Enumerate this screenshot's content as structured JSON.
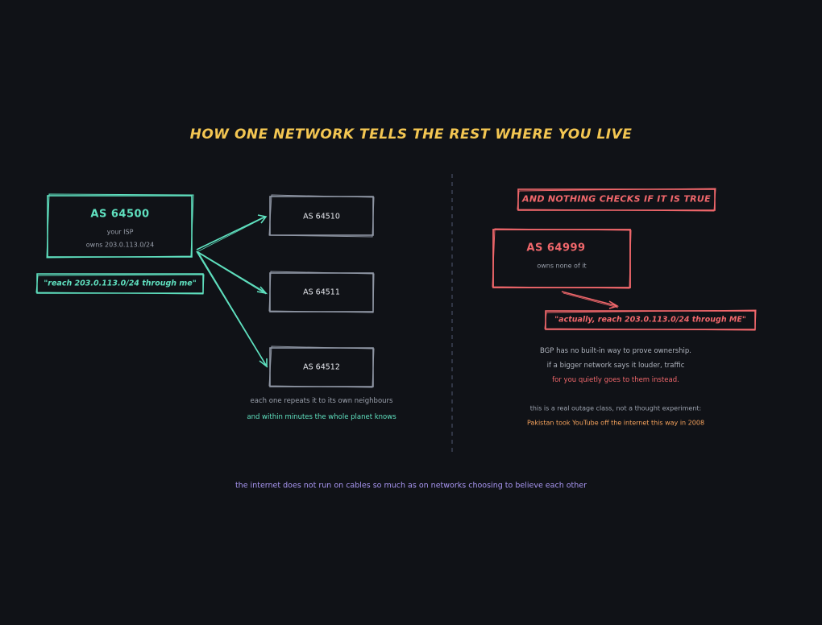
{
  "title": "HOW ONE NETWORK TELLS THE REST WHERE YOU LIVE",
  "origin": {
    "name": "AS 64500",
    "role": "your ISP",
    "owns": "owns 203.0.113.0/24",
    "announcement": "\"reach 203.0.113.0/24 through me\""
  },
  "neighbors": [
    {
      "name": "AS 64510"
    },
    {
      "name": "AS 64511"
    },
    {
      "name": "AS 64512"
    }
  ],
  "propagation_note": {
    "line1": "each one repeats it to its own neighbours",
    "line2": "and within minutes the whole planet knows"
  },
  "hijack": {
    "banner": "AND NOTHING CHECKS IF IT IS TRUE",
    "name": "AS 64999",
    "owns": "owns none of it",
    "announcement": "\"actually, reach 203.0.113.0/24 through ME\"",
    "explain1": "BGP has no built-in way to prove ownership.",
    "explain2": "if a bigger network says it louder, traffic",
    "explain3": "for you quietly goes to them instead.",
    "real1": "this is a real outage class, not a thought experiment:",
    "real2": "Pakistan took YouTube off the internet this way in 2008"
  },
  "footer": "the internet does not run on cables so much as on networks choosing to believe each other",
  "colors": {
    "background": "#101217",
    "title": "#f3c652",
    "green": "#5fe0bf",
    "red": "#f0676b",
    "grey_box": "#8e95a3",
    "orange": "#f5a25c",
    "purple": "#a795f0",
    "divider": "#3a4154"
  }
}
